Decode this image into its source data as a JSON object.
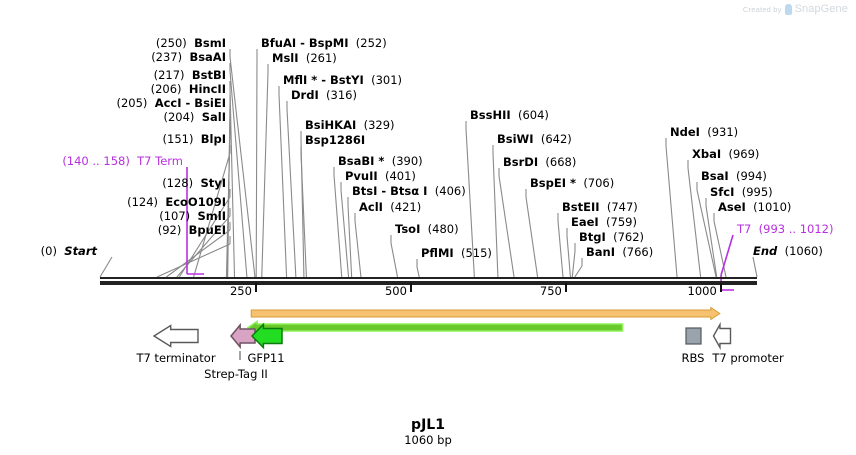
{
  "watermark": {
    "created_by": "Created by",
    "brand": "SnapGene",
    "logo_icon": "snapgene-logo-icon"
  },
  "plasmid": {
    "name": "pJL1",
    "size": "1060 bp",
    "length_bp": 1060
  },
  "backbone": {
    "start_label": "Start",
    "start_pos": "(0)",
    "end_label": "End",
    "end_pos": "(1060)"
  },
  "ruler": {
    "ticks": [
      {
        "label": "250",
        "value": 250
      },
      {
        "label": "500",
        "value": 500
      },
      {
        "label": "750",
        "value": 750
      },
      {
        "label": "1000",
        "value": 1000
      }
    ]
  },
  "enzymes": [
    {
      "name": "BpuEI",
      "pos": "(92)",
      "value": 92,
      "pos_side": "left"
    },
    {
      "name": "SmlI",
      "pos": "(107)",
      "value": 107,
      "pos_side": "left"
    },
    {
      "name": "EcoO109I",
      "pos": "(124)",
      "value": 124,
      "pos_side": "left"
    },
    {
      "name": "StyI",
      "pos": "(128)",
      "value": 128,
      "pos_side": "left"
    },
    {
      "name": "T7 Term",
      "pos": "(140 .. 158)",
      "value": 149,
      "pos_side": "left",
      "color": "purple"
    },
    {
      "name": "BlpI",
      "pos": "(151)",
      "value": 151,
      "pos_side": "left"
    },
    {
      "name": "SalI",
      "pos": "(204)",
      "value": 204,
      "pos_side": "left"
    },
    {
      "name": "AccI - BsiEI",
      "pos": "(205)",
      "value": 205,
      "pos_side": "left"
    },
    {
      "name": "HincII",
      "pos": "(206)",
      "value": 206,
      "pos_side": "left"
    },
    {
      "name": "BstBI",
      "pos": "(217)",
      "value": 217,
      "pos_side": "left"
    },
    {
      "name": "BsaAI",
      "pos": "(237)",
      "value": 237,
      "pos_side": "left"
    },
    {
      "name": "BsmI",
      "pos": "(250)",
      "value": 250,
      "pos_side": "left"
    },
    {
      "name": "BfuAI - BspMI",
      "pos": "(252)",
      "value": 252,
      "pos_side": "right"
    },
    {
      "name": "MslI",
      "pos": "(261)",
      "value": 261,
      "pos_side": "right"
    },
    {
      "name": "MflI * - BstYI",
      "pos": "(301)",
      "value": 301,
      "pos_side": "right"
    },
    {
      "name": "DrdI",
      "pos": "(316)",
      "value": 316,
      "pos_side": "right"
    },
    {
      "name": "BsiHKAI",
      "pos": "(329)",
      "value": 329,
      "pos_side": "right"
    },
    {
      "name": "Bsp1286I",
      "pos": "",
      "value": 333,
      "pos_side": "right"
    },
    {
      "name": "BsaBI *",
      "pos": "(390)",
      "value": 390,
      "pos_side": "right"
    },
    {
      "name": "PvuII",
      "pos": "(401)",
      "value": 401,
      "pos_side": "right"
    },
    {
      "name": "BtsI - Btsα I",
      "pos": "(406)",
      "value": 406,
      "pos_side": "right"
    },
    {
      "name": "AclI",
      "pos": "(421)",
      "value": 421,
      "pos_side": "right"
    },
    {
      "name": "TsoI",
      "pos": "(480)",
      "value": 480,
      "pos_side": "right"
    },
    {
      "name": "PflMI",
      "pos": "(515)",
      "value": 515,
      "pos_side": "right"
    },
    {
      "name": "BssHII",
      "pos": "(604)",
      "value": 604,
      "pos_side": "right"
    },
    {
      "name": "BsiWI",
      "pos": "(642)",
      "value": 642,
      "pos_side": "right"
    },
    {
      "name": "BsrDI",
      "pos": "(668)",
      "value": 668,
      "pos_side": "right"
    },
    {
      "name": "BspEI *",
      "pos": "(706)",
      "value": 706,
      "pos_side": "right"
    },
    {
      "name": "BstEII",
      "pos": "(747)",
      "value": 747,
      "pos_side": "right"
    },
    {
      "name": "EaeI",
      "pos": "(759)",
      "value": 759,
      "pos_side": "right"
    },
    {
      "name": "BtgI",
      "pos": "(762)",
      "value": 762,
      "pos_side": "right"
    },
    {
      "name": "BanI",
      "pos": "(766)",
      "value": 766,
      "pos_side": "right"
    },
    {
      "name": "NdeI",
      "pos": "(931)",
      "value": 931,
      "pos_side": "right"
    },
    {
      "name": "XbaI",
      "pos": "(969)",
      "value": 969,
      "pos_side": "right"
    },
    {
      "name": "BsaI",
      "pos": "(994)",
      "value": 994,
      "pos_side": "right"
    },
    {
      "name": "SfcI",
      "pos": "(995)",
      "value": 995,
      "pos_side": "right"
    },
    {
      "name": "AseI",
      "pos": "(1010)",
      "value": 1010,
      "pos_side": "right"
    },
    {
      "name": "T7",
      "pos": "(993 .. 1012)",
      "value": 1002,
      "pos_side": "right",
      "color": "purple"
    }
  ],
  "features": [
    {
      "label": "T7 terminator",
      "icon": "left-arrow-outline",
      "fill": "#ffffff",
      "stroke": "#555555"
    },
    {
      "label": "Strep-Tag II",
      "icon": "left-arrow-solid",
      "fill": "#d9a3c4",
      "stroke": "#7a5a6d"
    },
    {
      "label": "GFP11",
      "icon": "left-arrow-solid",
      "fill": "#22dd22",
      "stroke": "#117711"
    },
    {
      "label": "RBS",
      "icon": "box-solid",
      "fill": "#9aa2ab",
      "stroke": "#5a6069"
    },
    {
      "label": "T7 promoter",
      "icon": "left-arrow-outline",
      "fill": "#ffffff",
      "stroke": "#555555"
    }
  ],
  "tracks": {
    "orange": {
      "name": "orange-track",
      "color": "#f6c271",
      "direction": "right"
    },
    "green": {
      "name": "green-track",
      "color": "#69c82a",
      "direction": "left"
    }
  }
}
